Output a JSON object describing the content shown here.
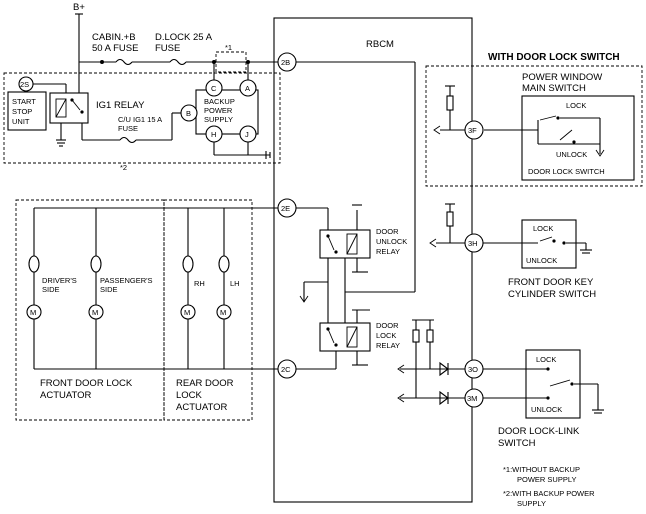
{
  "labels": {
    "b_plus": "B+",
    "cabin_fuse_1": "CABIN.+B",
    "cabin_fuse_2": "50 A FUSE",
    "dlock_fuse_1": "D.LOCK 25 A",
    "dlock_fuse_2": "FUSE",
    "note1_marker": "*1",
    "note2_marker": "*2",
    "rbcm": "RBCM",
    "start_stop_1": "START",
    "start_stop_2": "STOP",
    "start_stop_3": "UNIT",
    "ig1_relay": "IG1 RELAY",
    "backup_1": "BACKUP",
    "backup_2": "POWER",
    "backup_3": "SUPPLY",
    "cu_fuse_1": "C/U IG1 15 A",
    "cu_fuse_2": "FUSE",
    "with_door_lock_switch": "WITH DOOR LOCK SWITCH",
    "pw_main_1": "POWER WINDOW",
    "pw_main_2": "MAIN SWITCH",
    "lock": "LOCK",
    "unlock": "UNLOCK",
    "door_lock_switch": "DOOR LOCK SWITCH",
    "door_unlock_relay_1": "DOOR",
    "door_unlock_relay_2": "UNLOCK",
    "door_unlock_relay_3": "RELAY",
    "door_lock_relay_1": "DOOR",
    "door_lock_relay_2": "LOCK",
    "door_lock_relay_3": "RELAY",
    "drivers_side_1": "DRIVER'S",
    "drivers_side_2": "SIDE",
    "passengers_side_1": "PASSENGER'S",
    "passengers_side_2": "SIDE",
    "rh": "RH",
    "lh": "LH",
    "front_actuator_1": "FRONT DOOR LOCK",
    "front_actuator_2": "ACTUATOR",
    "rear_actuator_1": "REAR DOOR",
    "rear_actuator_2": "LOCK",
    "rear_actuator_3": "ACTUATOR",
    "key_cyl_1": "FRONT DOOR KEY",
    "key_cyl_2": "CYLINDER SWITCH",
    "link_sw_1": "DOOR LOCK-LINK",
    "link_sw_2": "SWITCH",
    "footnote1_a": "*1:WITHOUT BACKUP",
    "footnote1_b": "POWER SUPPLY",
    "footnote2_a": "*2:WITH BACKUP POWER",
    "footnote2_b": "SUPPLY",
    "motor": "M"
  },
  "connectors": {
    "c2S": "2S",
    "c2B": "2B",
    "c2E": "2E",
    "c2C": "2C",
    "c3F": "3F",
    "c3H": "3H",
    "c3O": "3O",
    "c3M": "3M",
    "cC": "C",
    "cA": "A",
    "cB": "B",
    "cH": "H",
    "cJ": "J"
  }
}
